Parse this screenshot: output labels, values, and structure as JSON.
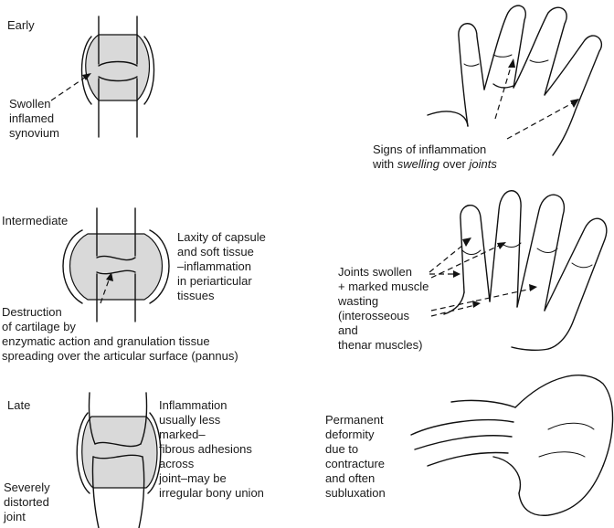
{
  "stages": {
    "early": {
      "title": "Early",
      "joint_label": [
        "Swollen",
        "inflamed",
        "synovium"
      ],
      "hand_label_line1": "Signs of inflammation",
      "hand_label_line2_pre": "with ",
      "hand_label_line2_em1": "swelling",
      "hand_label_line2_mid": " over ",
      "hand_label_line2_em2": "joints"
    },
    "intermediate": {
      "title": "Intermediate",
      "capsule_label": [
        "Laxity of capsule",
        "and soft tissue",
        "–inflammation",
        "in periarticular",
        "tissues"
      ],
      "cartilage_label": [
        "Destruction",
        "of cartilage by",
        "enzymatic action and granulation tissue",
        "spreading over the articular surface (pannus)"
      ],
      "hand_label": [
        "Joints swollen",
        "+ marked muscle",
        "wasting",
        "(interosseous",
        "and",
        "thenar muscles)"
      ]
    },
    "late": {
      "title": "Late",
      "inflammation_label": [
        "Inflammation",
        "usually less",
        "marked–",
        "fibrous adhesions",
        "across",
        "joint–may be",
        "irregular bony union"
      ],
      "distorted_label": [
        "Severely",
        "distorted",
        "joint"
      ],
      "hand_label": [
        "Permanent",
        "deformity",
        "due to",
        "contracture",
        "and often",
        "subluxation"
      ]
    }
  }
}
